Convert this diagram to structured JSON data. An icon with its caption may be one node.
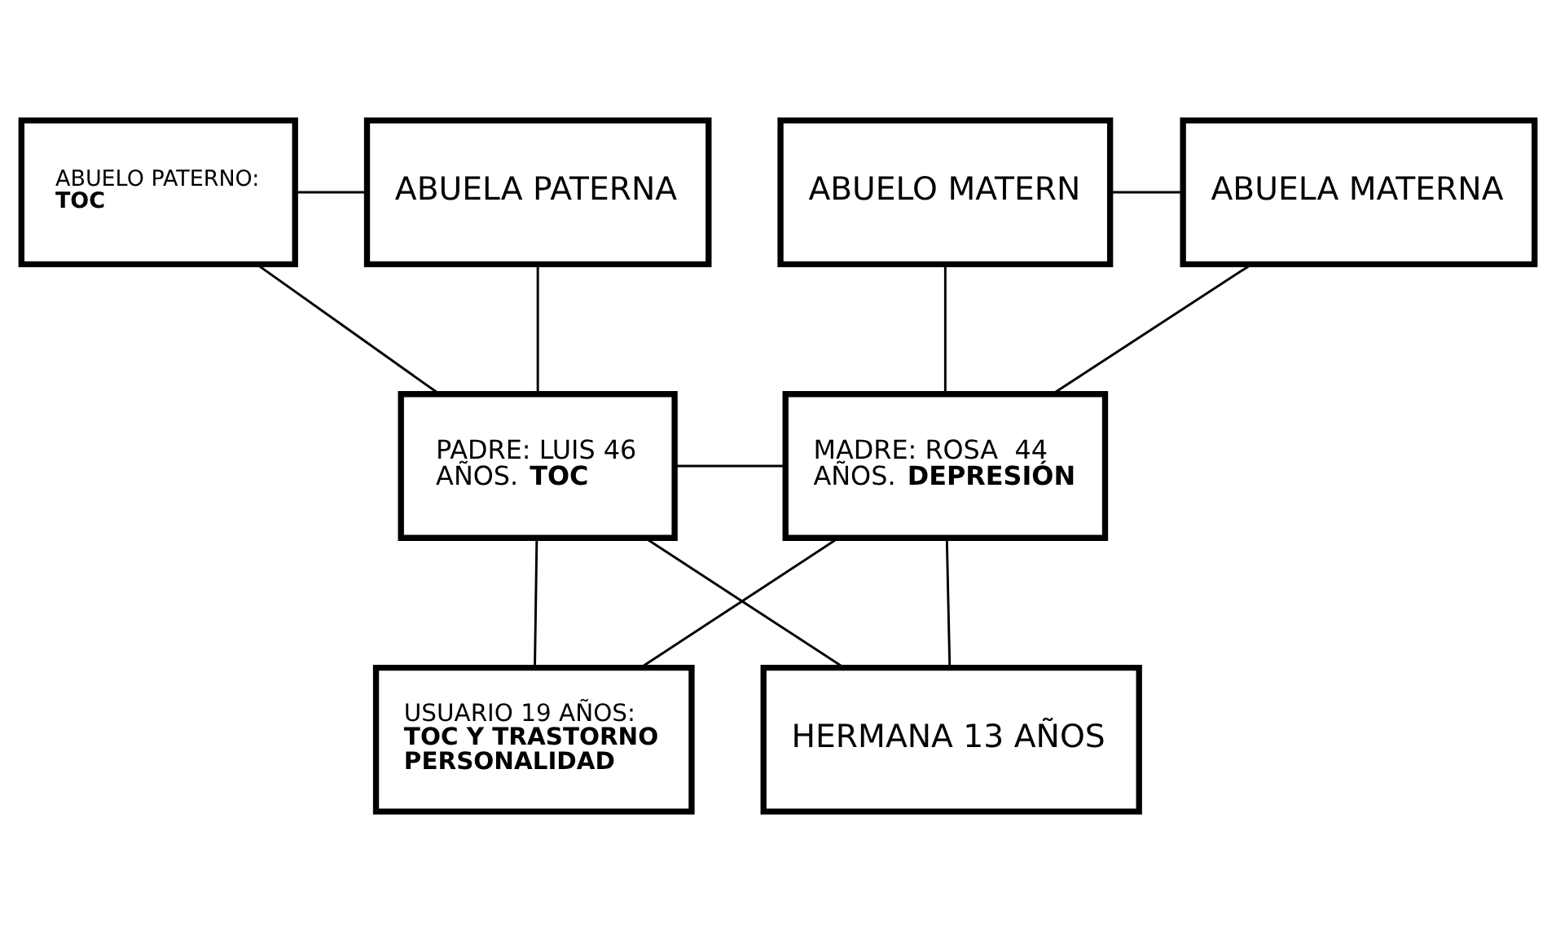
{
  "diagram": {
    "nodes": [
      {
        "text": [
          "ABUELO PATERNO: **TOC**"
        ]
      },
      {
        "text": [
          "ABUELA PATERNA"
        ]
      },
      {
        "text": [
          "ABUELO MATERN"
        ]
      },
      {
        "text": [
          "ABUELA MATERNA"
        ]
      },
      {
        "text": [
          "PADRE: LUIS 46 AÑOS. **TOC**"
        ]
      },
      {
        "text": [
          "MADRE: ROSA  44 AÑOS. **DEPRESIÓN**"
        ]
      },
      {
        "text": [
          "USUARIO 19 AÑOS: **TOC Y TRASTORNO PERSONALIDAD**"
        ]
      },
      {
        "text": [
          "HERMANA 13 AÑOS"
        ]
      }
    ],
    "edges": [
      {
        "from": 0,
        "to": 1,
        "arrow": "none"
      },
      {
        "from": 0,
        "to": 4,
        "arrow": "none"
      },
      {
        "from": 1,
        "to": 4,
        "arrow": "none"
      },
      {
        "from": 2,
        "to": 3,
        "arrow": "none"
      },
      {
        "from": 2,
        "to": 5,
        "arrow": "none"
      },
      {
        "from": 3,
        "to": 5,
        "arrow": "none"
      },
      {
        "from": 4,
        "to": 5,
        "arrow": "none"
      },
      {
        "from": 4,
        "to": 6,
        "arrow": "none"
      },
      {
        "from": 5,
        "to": 6,
        "arrow": "none"
      },
      {
        "from": 4,
        "to": 7,
        "arrow": "none"
      },
      {
        "from": 5,
        "to": 7,
        "arrow": "none"
      }
    ]
  }
}
